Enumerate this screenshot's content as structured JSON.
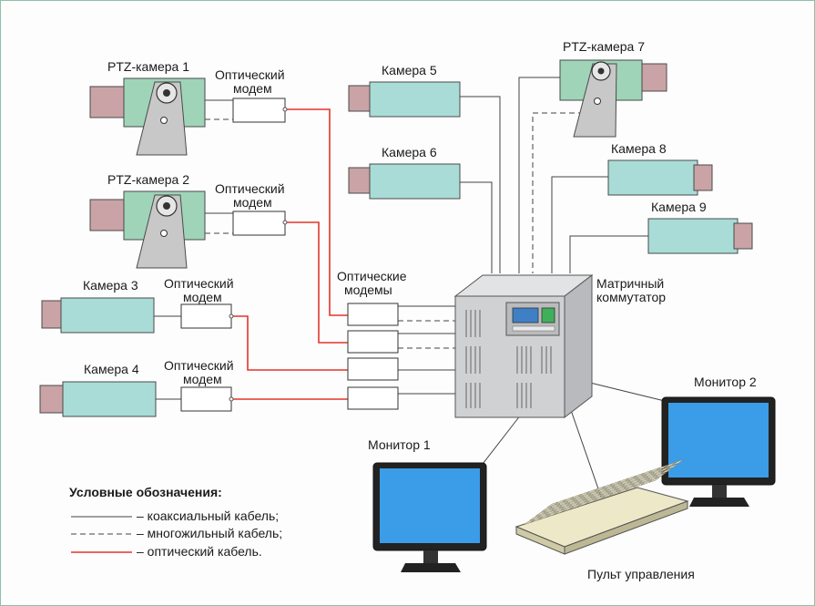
{
  "cameras": {
    "ptz1": "PTZ-камера 1",
    "ptz2": "PTZ-камера 2",
    "cam3": "Камера 3",
    "cam4": "Камера 4",
    "cam5": "Камера 5",
    "cam6": "Камера 6",
    "ptz7": "PTZ-камера 7",
    "cam8": "Камера 8",
    "cam9": "Камера 9"
  },
  "modems": {
    "single_line1": "Оптический",
    "single_line2": "модем",
    "group_line1": "Оптические",
    "group_line2": "модемы"
  },
  "switch": {
    "line1": "Матричный",
    "line2": "коммутатор"
  },
  "monitors": {
    "m1": "Монитор 1",
    "m2": "Монитор 2"
  },
  "console": "Пульт управления",
  "legend": {
    "title": "Условные обозначения:",
    "coax": "– коаксиальный кабель;",
    "multi": "– многожильный кабель;",
    "optic": "– оптический кабель."
  },
  "colors": {
    "optic_cable": "#e4352b",
    "camera_body": "#a9dcd6",
    "ptz_body": "#9fd4b8",
    "frame": "#8fbfa8"
  }
}
